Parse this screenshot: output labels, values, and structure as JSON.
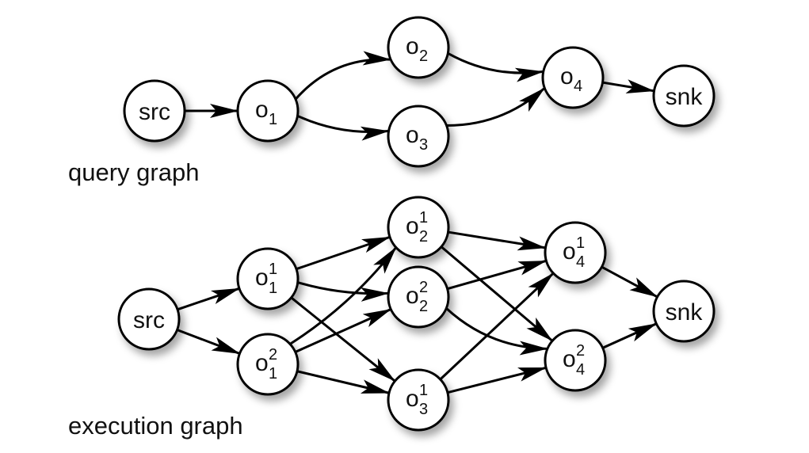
{
  "captions": {
    "query": "query graph",
    "execution": "execution graph"
  },
  "query_graph": {
    "nodes": [
      {
        "id": "q-src",
        "label": "src"
      },
      {
        "id": "q-o1",
        "label": "o",
        "sub": "1"
      },
      {
        "id": "q-o2",
        "label": "o",
        "sub": "2"
      },
      {
        "id": "q-o3",
        "label": "o",
        "sub": "3"
      },
      {
        "id": "q-o4",
        "label": "o",
        "sub": "4"
      },
      {
        "id": "q-snk",
        "label": "snk"
      }
    ],
    "edges": [
      [
        "q-src",
        "q-o1"
      ],
      [
        "q-o1",
        "q-o2"
      ],
      [
        "q-o1",
        "q-o3"
      ],
      [
        "q-o2",
        "q-o4"
      ],
      [
        "q-o3",
        "q-o4"
      ],
      [
        "q-o4",
        "q-snk"
      ]
    ]
  },
  "execution_graph": {
    "nodes": [
      {
        "id": "e-src",
        "label": "src"
      },
      {
        "id": "e-o1-1",
        "label": "o",
        "sub": "1",
        "sup": "1"
      },
      {
        "id": "e-o1-2",
        "label": "o",
        "sub": "1",
        "sup": "2"
      },
      {
        "id": "e-o2-1",
        "label": "o",
        "sub": "2",
        "sup": "1"
      },
      {
        "id": "e-o2-2",
        "label": "o",
        "sub": "2",
        "sup": "2"
      },
      {
        "id": "e-o3-1",
        "label": "o",
        "sub": "3",
        "sup": "1"
      },
      {
        "id": "e-o4-1",
        "label": "o",
        "sub": "4",
        "sup": "1"
      },
      {
        "id": "e-o4-2",
        "label": "o",
        "sub": "4",
        "sup": "2"
      },
      {
        "id": "e-snk",
        "label": "snk"
      }
    ],
    "edges": [
      [
        "e-src",
        "e-o1-1"
      ],
      [
        "e-src",
        "e-o1-2"
      ],
      [
        "e-o1-1",
        "e-o2-1"
      ],
      [
        "e-o1-1",
        "e-o2-2"
      ],
      [
        "e-o1-1",
        "e-o3-1"
      ],
      [
        "e-o1-2",
        "e-o2-1"
      ],
      [
        "e-o1-2",
        "e-o2-2"
      ],
      [
        "e-o1-2",
        "e-o3-1"
      ],
      [
        "e-o2-1",
        "e-o4-1"
      ],
      [
        "e-o2-1",
        "e-o4-2"
      ],
      [
        "e-o2-2",
        "e-o4-1"
      ],
      [
        "e-o2-2",
        "e-o4-2"
      ],
      [
        "e-o3-1",
        "e-o4-1"
      ],
      [
        "e-o3-1",
        "e-o4-2"
      ],
      [
        "e-o4-1",
        "e-snk"
      ],
      [
        "e-o4-2",
        "e-snk"
      ]
    ]
  }
}
